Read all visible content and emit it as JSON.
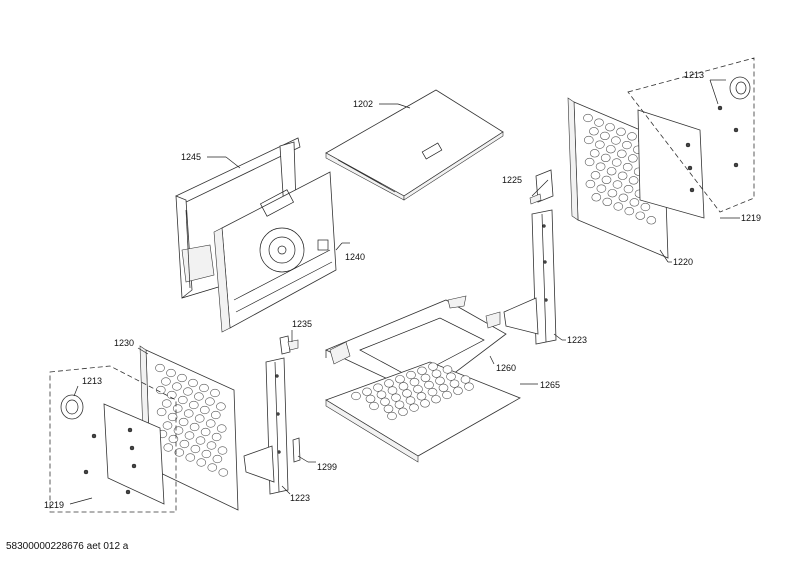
{
  "labels": {
    "l1202": "1202",
    "l1245": "1245",
    "l1240": "1240",
    "l1225": "1225",
    "l1213a": "1213",
    "l1219a": "1219",
    "l1220": "1220",
    "l1223a": "1223",
    "l1235": "1235",
    "l1230": "1230",
    "l1213b": "1213",
    "l1260": "1260",
    "l1265": "1265",
    "l1299": "1299",
    "l1223b": "1223",
    "l1219b": "1219"
  },
  "doc_id": "58300000228676 aet 012 a"
}
